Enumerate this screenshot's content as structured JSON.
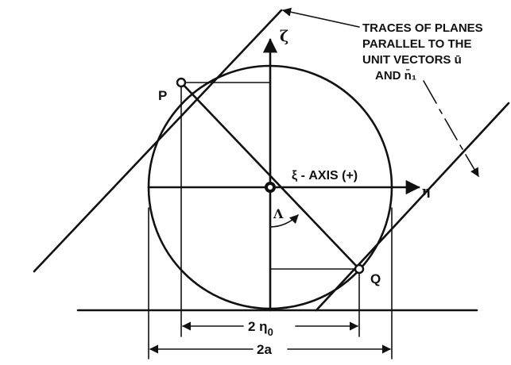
{
  "labels": {
    "note_line1": "TRACES OF PLANES",
    "note_line2": "PARALLEL TO THE",
    "note_line3": "UNIT VECTORS ū",
    "note_line4": "AND n̄₁",
    "point_p": "P",
    "point_q": "Q",
    "vertical_axis": "ζ",
    "horizontal_axis_end": "η",
    "xi_axis": "ξ - AXIS (+)",
    "angle": "Λ",
    "dim_inner": "2 η",
    "dim_inner_sub": "0",
    "dim_outer": "2a"
  },
  "colors": {
    "ink": "#111111",
    "background": "#ffffff"
  }
}
